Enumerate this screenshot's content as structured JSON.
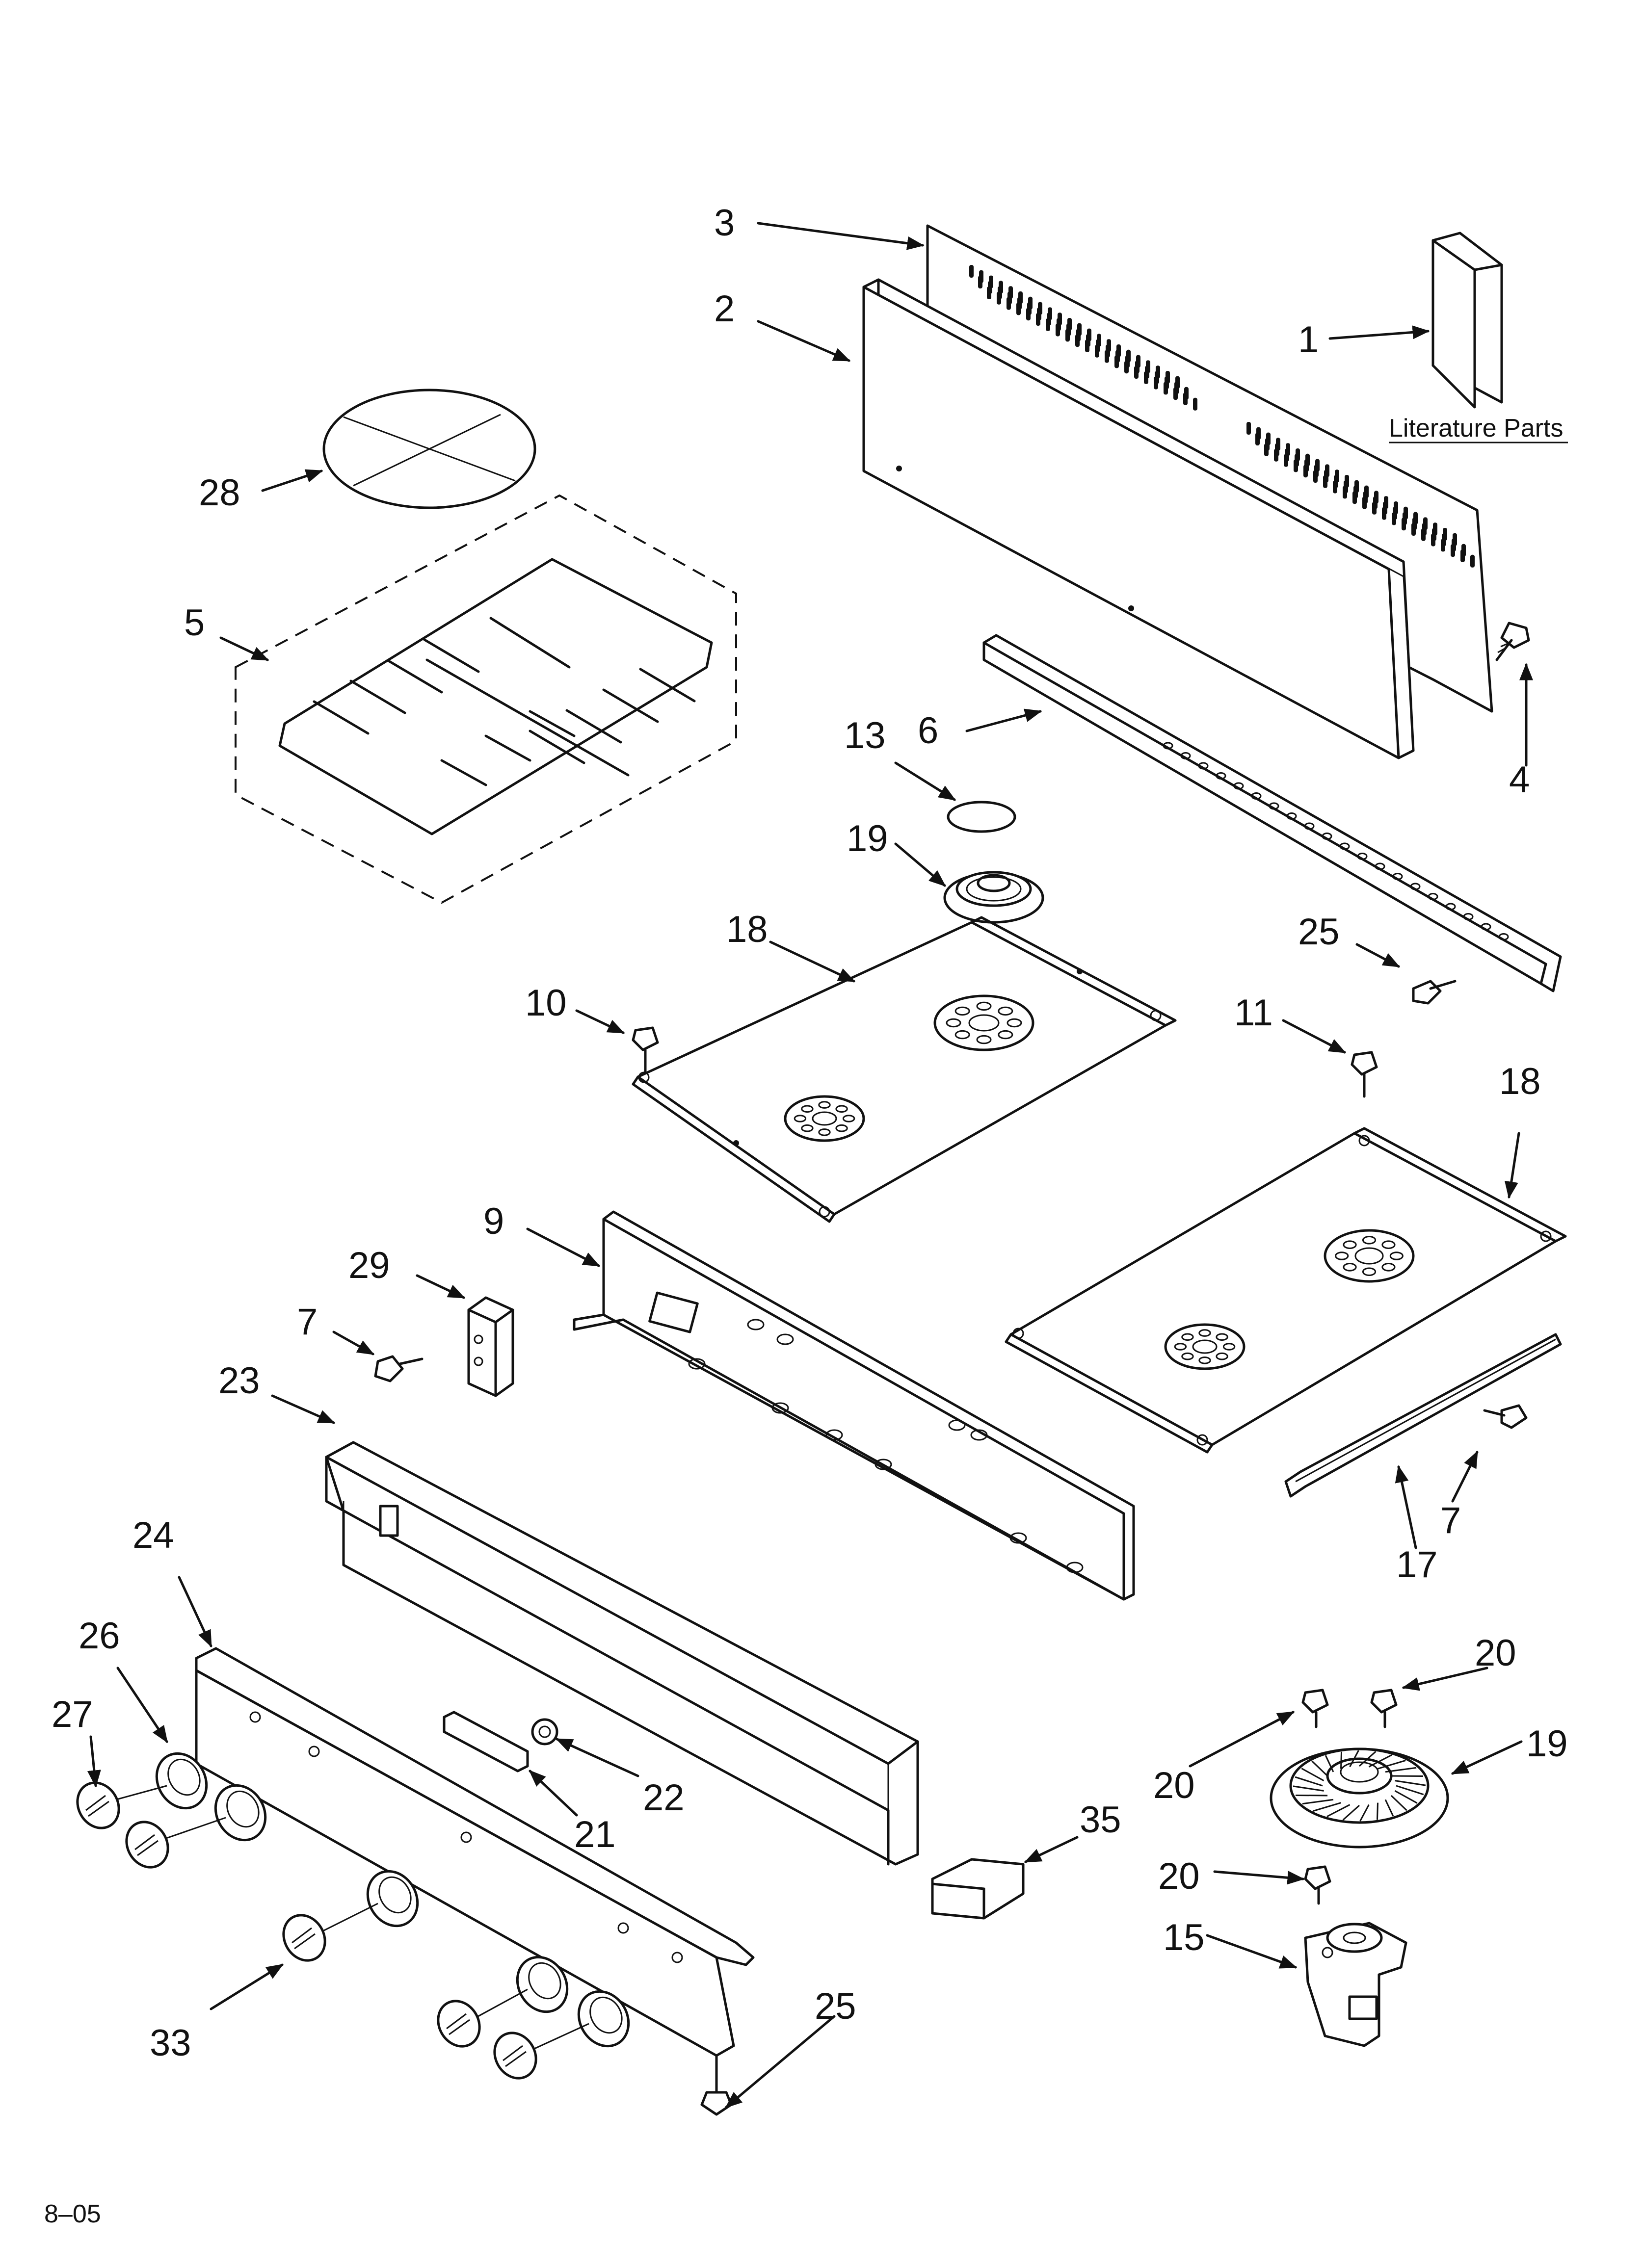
{
  "callouts": {
    "c1": "1",
    "c2": "2",
    "c3": "3",
    "c4": "4",
    "c5": "5",
    "c6": "6",
    "c7a": "7",
    "c7b": "7",
    "c9": "9",
    "c10": "10",
    "c11": "11",
    "c13": "13",
    "c15": "15",
    "c17": "17",
    "c18a": "18",
    "c18b": "18",
    "c19a": "19",
    "c19b": "19",
    "c20a": "20",
    "c20b": "20",
    "c20c": "20",
    "c21": "21",
    "c22": "22",
    "c23": "23",
    "c24": "24",
    "c25a": "25",
    "c25b": "25",
    "c26": "26",
    "c27": "27",
    "c28": "28",
    "c29": "29",
    "c33": "33",
    "c35": "35"
  },
  "literature_label": "Literature Parts",
  "footer_code": "8–05"
}
